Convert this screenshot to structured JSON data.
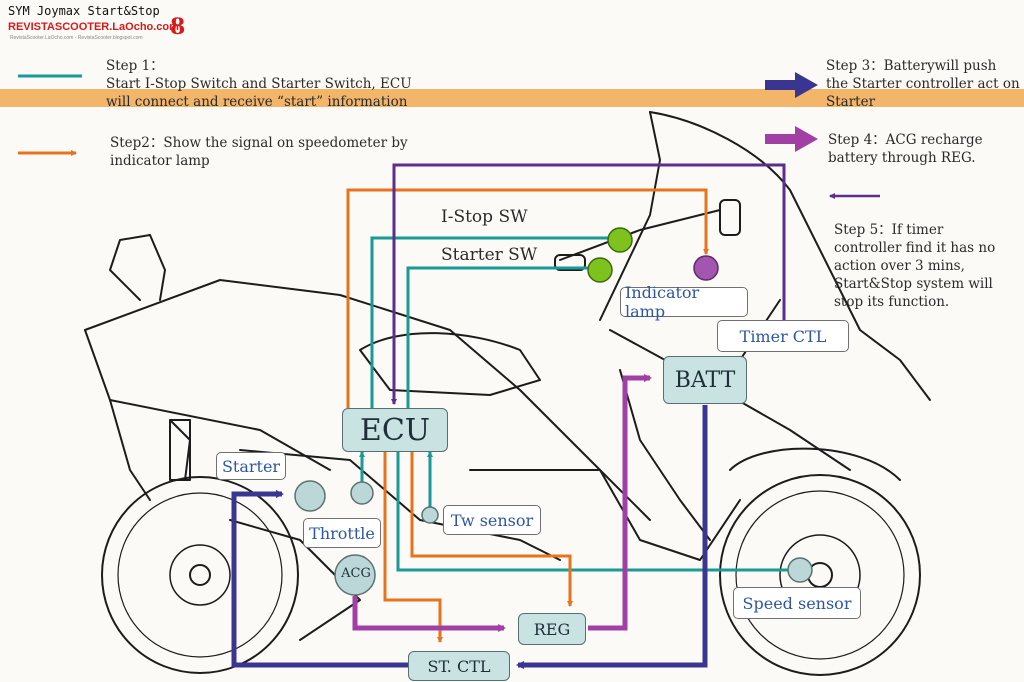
{
  "header": {
    "title": "SYM Joymax Start&Stop",
    "brand": "REVISTASCOOTER.LaOcho.com",
    "brand_sub": "RevistaScooter.LaOcho.com - RevistaScooter.blogspot.com",
    "brand_mark": "8"
  },
  "legend": {
    "step1_title": "Step 1：",
    "step1_line1": "Start I-Stop Switch  and Starter Switch, ECU",
    "step1_line2": "will connect and receive “start” information",
    "step2_line1": "Step2：Show the signal on speedometer by",
    "step2_line2": "indicator lamp",
    "step3_line1": "Step 3：Batterywill push",
    "step3_line2": "the Starter controller act on",
    "step3_line3": "Starter",
    "step4_line1": "Step 4：ACG recharge",
    "step4_line2": "battery through REG.",
    "step5_line1": "Step 5：If timer",
    "step5_line2": "controller find it has no",
    "step5_line3": "action over 3 mins,",
    "step5_line4": "Start&Stop system will",
    "step5_line5": "stop its function."
  },
  "components": {
    "ecu": "ECU",
    "batt": "BATT",
    "reg": "REG",
    "st_ctl": "ST. CTL",
    "acg": "ACG",
    "timer_ctl": "Timer CTL",
    "indicator_lamp": "Indicator lamp",
    "starter": "Starter",
    "throttle": "Throttle",
    "tw_sensor": "Tw sensor",
    "speed_sensor": "Speed sensor",
    "i_stop_sw": "I-Stop SW",
    "starter_sw": "Starter SW"
  },
  "colors": {
    "step1_teal": "#1a9a94",
    "step2_orange": "#e8731f",
    "step3_navy": "#3a3591",
    "step4_magenta": "#a23fa4",
    "step5_purple": "#5b2d8c",
    "switch_green": "#7ec21d",
    "lamp_purple": "#a356b0",
    "band_orange": "#f0a850",
    "brand_red": "#d81a1a"
  }
}
